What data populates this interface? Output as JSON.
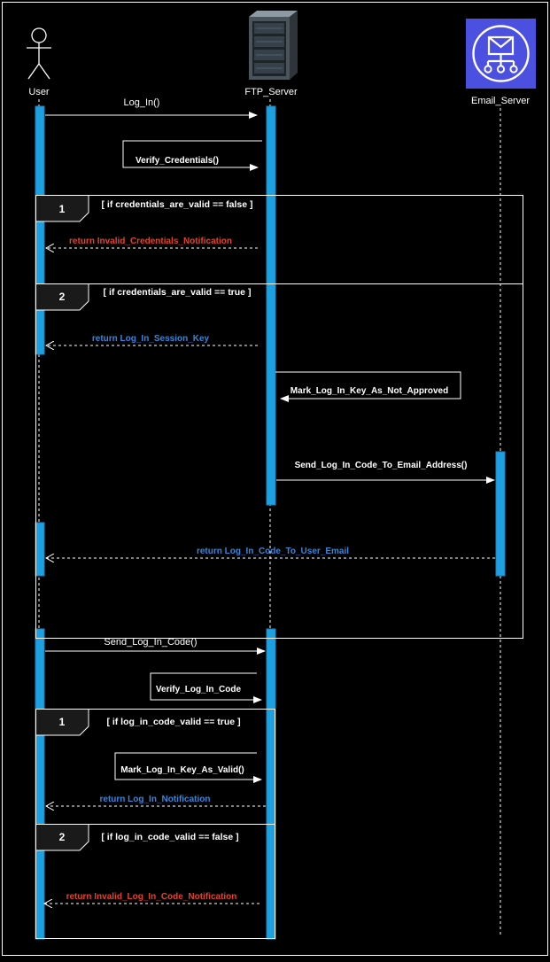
{
  "colors": {
    "background": "#000000",
    "frame": "#ffffff",
    "activation": "#1ba1e2",
    "activation_border": "#2b7fc0",
    "text": "#ffffff",
    "error_text": "#e0442f",
    "success_text": "#3a86d8",
    "email_tile": "#4b50e0",
    "tab_fill": "#1a1a1a"
  },
  "actors": {
    "user": {
      "label": "User",
      "icon": "stick-figure-icon"
    },
    "ftp": {
      "label": "FTP_Server",
      "icon": "server-rack-icon"
    },
    "email": {
      "label": "Email_Server",
      "icon": "email-server-icon"
    }
  },
  "messages": {
    "log_in": "Log_In()",
    "verify_credentials": "Verify_Credentials()",
    "return_invalid_credentials": "return Invalid_Credentials_Notification",
    "return_session_key": "return Log_In_Session_Key",
    "mark_not_approved": "Mark_Log_In_Key_As_Not_Approved",
    "send_code_email": "Send_Log_In_Code_To_Email_Address()",
    "return_code_email": "return Log_In_Code_To_User_Email",
    "send_code": "Send_Log_In_Code()",
    "verify_code": "Verify_Log_In_Code",
    "mark_valid": "Mark_Log_In_Key_As_Valid()",
    "return_notification": "return Log_In_Notification",
    "return_invalid_code": "return Invalid_Log_In_Code_Notification"
  },
  "fragments": {
    "alt1": {
      "op1_num": "1",
      "op1_guard": "[ if credentials_are_valid == false ]",
      "op2_num": "2",
      "op2_guard": "[ if credentials_are_valid == true ]"
    },
    "alt2": {
      "op1_num": "1",
      "op1_guard": "[ if log_in_code_valid == true ]",
      "op2_num": "2",
      "op2_guard": "[ if log_in_code_valid == false ]"
    }
  }
}
